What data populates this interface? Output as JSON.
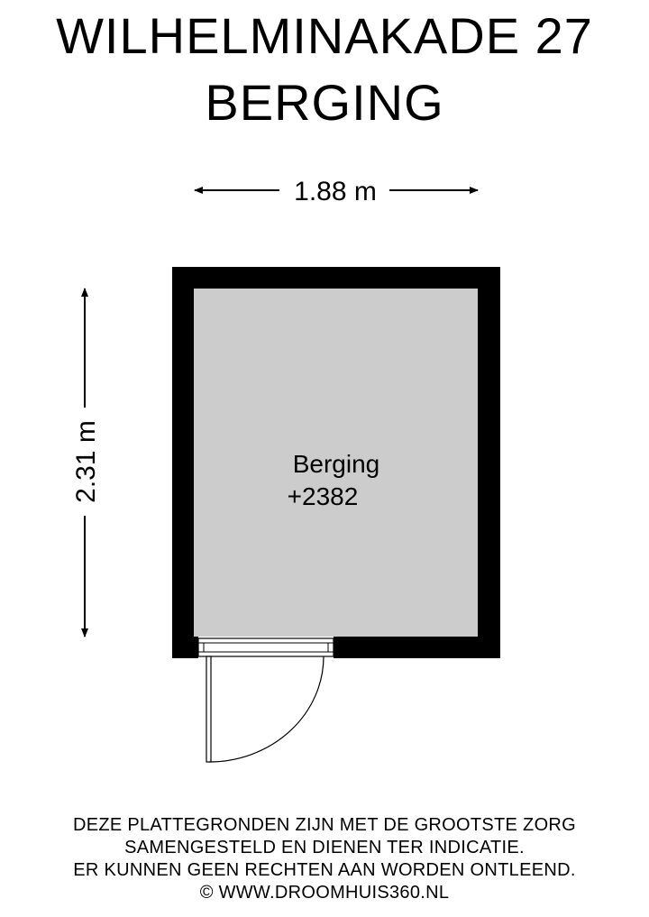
{
  "header": {
    "address": "WILHELMINAKADE 27",
    "subtitle": "BERGING"
  },
  "dimensions": {
    "width_label": "1.88 m",
    "height_label": "2.31 m"
  },
  "room": {
    "name": "Berging",
    "level": "+2382",
    "fill_color": "#cccccc"
  },
  "colors": {
    "wall": "#000000",
    "background": "#ffffff"
  },
  "footer": {
    "lines": [
      "DEZE PLATTEGRONDEN ZIJN MET DE GROOTSTE ZORG",
      "SAMENGESTELD EN DIENEN TER INDICATIE.",
      "ER KUNNEN GEEN RECHTEN AAN WORDEN ONTLEEND.",
      "© WWW.DROOMHUIS360.NL"
    ]
  }
}
